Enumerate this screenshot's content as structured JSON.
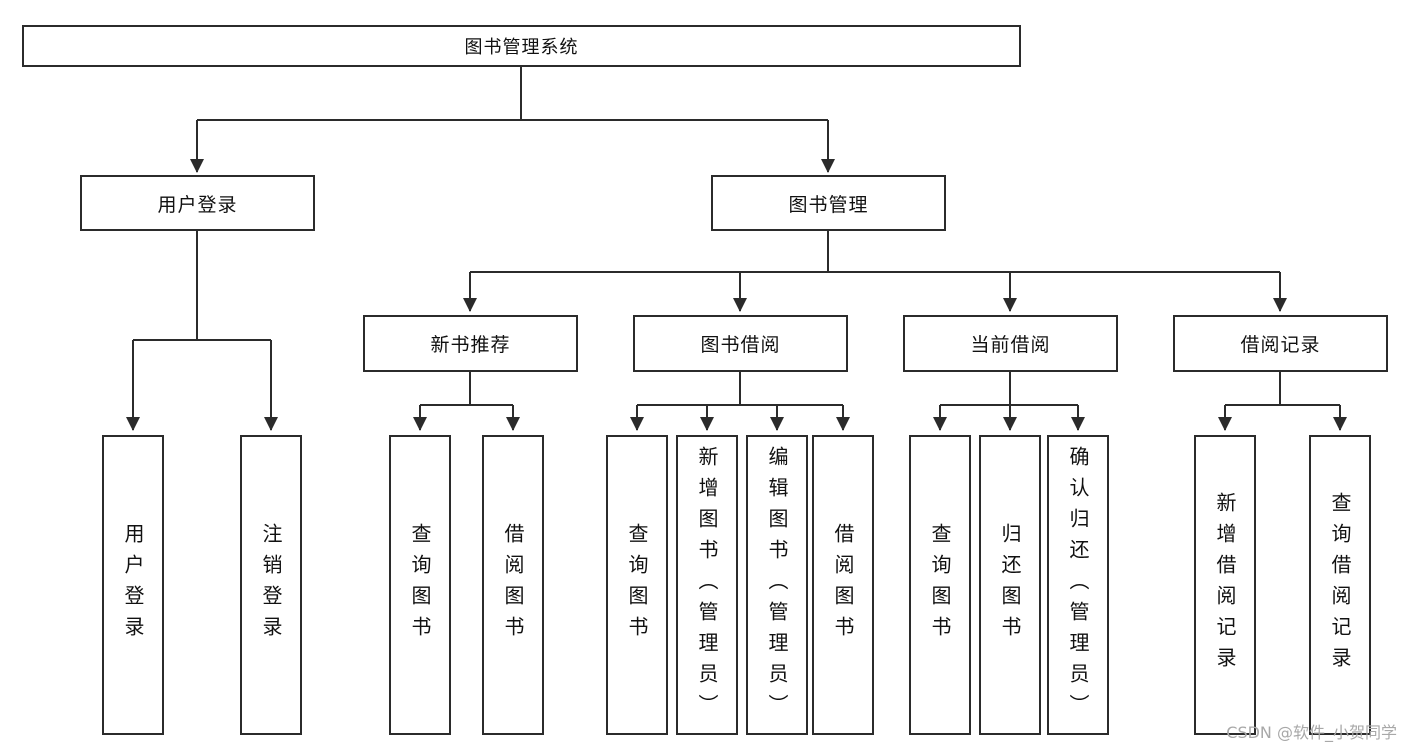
{
  "diagram": {
    "root": {
      "label": "图书管理系统"
    },
    "branches": [
      {
        "id": "user-login",
        "label": "用户登录",
        "children": [
          {
            "label": "用户登录"
          },
          {
            "label": "注销登录"
          }
        ]
      },
      {
        "id": "book-management",
        "label": "图书管理",
        "groups": [
          {
            "label": "新书推荐",
            "children": [
              {
                "label": "查询图书"
              },
              {
                "label": "借阅图书"
              }
            ]
          },
          {
            "label": "图书借阅",
            "children": [
              {
                "label": "查询图书"
              },
              {
                "label": "新增图书（管理员）"
              },
              {
                "label": "编辑图书（管理员）"
              },
              {
                "label": "借阅图书"
              }
            ]
          },
          {
            "label": "当前借阅",
            "children": [
              {
                "label": "查询图书"
              },
              {
                "label": "归还图书"
              },
              {
                "label": "确认归还（管理员）"
              }
            ]
          },
          {
            "label": "借阅记录",
            "children": [
              {
                "label": "新增借阅记录"
              },
              {
                "label": "查询借阅记录"
              }
            ]
          }
        ]
      }
    ]
  },
  "watermark": {
    "text": "CSDN @软件_小贺同学"
  },
  "colors": {
    "line": "#2b2b2b",
    "box_border": "#2b2b2b",
    "box_fill": "#ffffff",
    "text": "#111111",
    "watermark": "#a8a8a8",
    "background": "#ffffff"
  }
}
